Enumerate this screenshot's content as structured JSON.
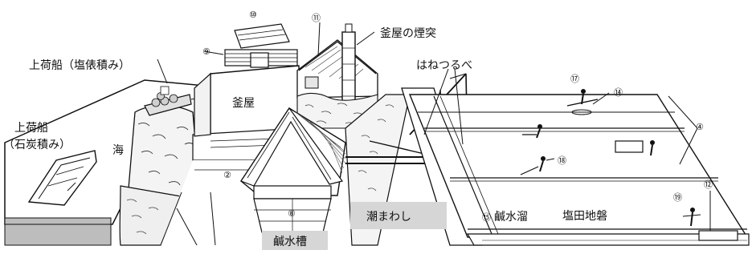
{
  "labels": {
    "kamaya_chimney": "釜屋の煙突",
    "upper_boat_salt": "上荷船（塩俵積み）",
    "upper_boat_coal_1": "上荷船",
    "upper_boat_coal_2": "（石炭積み）",
    "sea": "海",
    "kamaya": "釜屋",
    "hanetsurube": "はねつるべ",
    "shiomawashi": "潮まわし",
    "kansui_tank": "鹹水槽",
    "kansui_pool": "鹹水溜",
    "salt_field_base": "塩田地磐"
  },
  "markers": {
    "m2": "②",
    "m4": "④",
    "m8": "⑧",
    "m9": "⑨",
    "m10": "⑩",
    "m11": "⑪",
    "m12": "⑫",
    "m14": "⑭",
    "m15": "⑮",
    "m17": "⑰",
    "m18": "⑱",
    "m19": "⑲"
  },
  "colors": {
    "ink": "#111111",
    "sea_band": "#bdbdbd",
    "label_box": "#d6d6d6",
    "paper": "#ffffff"
  }
}
